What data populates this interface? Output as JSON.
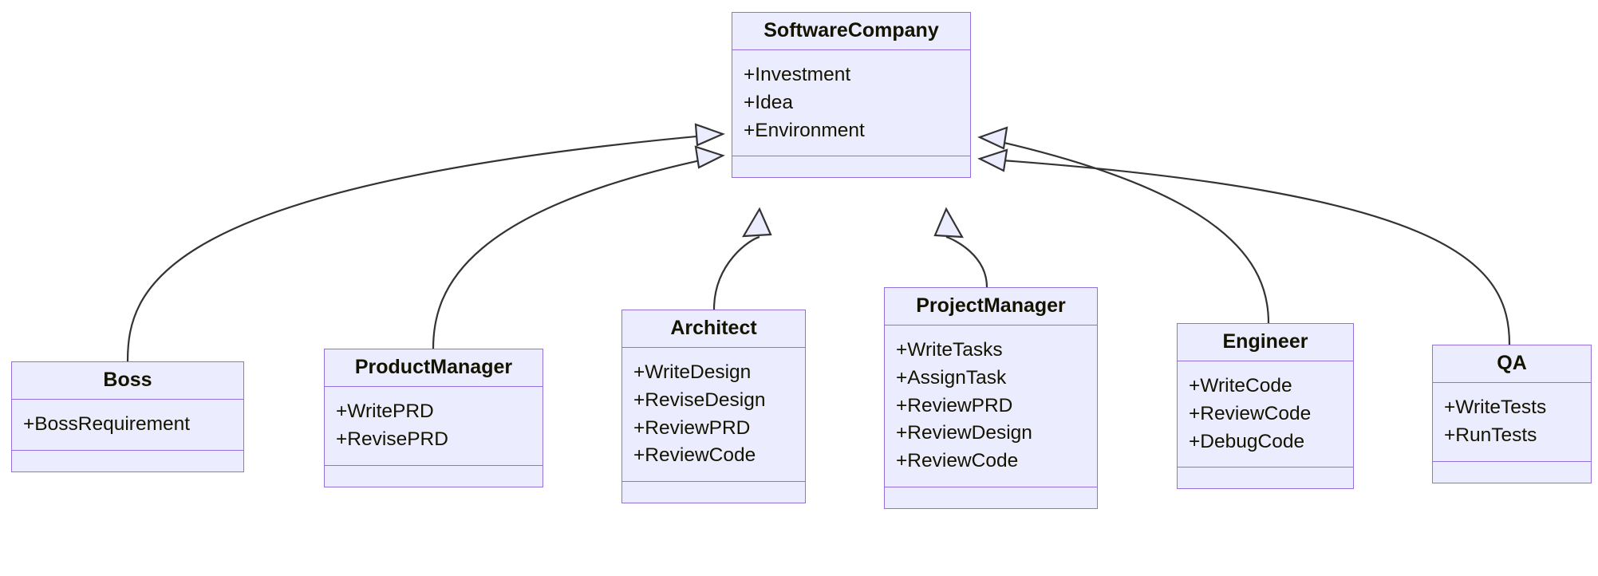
{
  "diagram": {
    "kind": "uml-class-diagram",
    "colors": {
      "node_fill": "#ECECFF",
      "node_border": "#9370DB",
      "edge_stroke": "#333333",
      "text": "#131300",
      "background": "#FFFFFF"
    },
    "classes": [
      {
        "id": "softwarecompany",
        "name": "SoftwareCompany",
        "members": [
          "+Investment",
          "+Idea",
          "+Environment"
        ],
        "methods": []
      },
      {
        "id": "boss",
        "name": "Boss",
        "members": [
          "+BossRequirement"
        ],
        "methods": []
      },
      {
        "id": "productmanager",
        "name": "ProductManager",
        "members": [
          "+WritePRD",
          "+RevisePRD"
        ],
        "methods": []
      },
      {
        "id": "architect",
        "name": "Architect",
        "members": [
          "+WriteDesign",
          "+ReviseDesign",
          "+ReviewPRD",
          "+ReviewCode"
        ],
        "methods": []
      },
      {
        "id": "projectmanager",
        "name": "ProjectManager",
        "members": [
          "+WriteTasks",
          "+AssignTask",
          "+ReviewPRD",
          "+ReviewDesign",
          "+ReviewCode"
        ],
        "methods": []
      },
      {
        "id": "engineer",
        "name": "Engineer",
        "members": [
          "+WriteCode",
          "+ReviewCode",
          "+DebugCode"
        ],
        "methods": []
      },
      {
        "id": "qa",
        "name": "QA",
        "members": [
          "+WriteTests",
          "+RunTests"
        ],
        "methods": []
      }
    ],
    "relationships": [
      {
        "from": "boss",
        "to": "softwarecompany",
        "type": "inheritance",
        "arrow": "hollow-triangle"
      },
      {
        "from": "productmanager",
        "to": "softwarecompany",
        "type": "inheritance",
        "arrow": "hollow-triangle"
      },
      {
        "from": "architect",
        "to": "softwarecompany",
        "type": "inheritance",
        "arrow": "hollow-triangle"
      },
      {
        "from": "projectmanager",
        "to": "softwarecompany",
        "type": "inheritance",
        "arrow": "hollow-triangle"
      },
      {
        "from": "engineer",
        "to": "softwarecompany",
        "type": "inheritance",
        "arrow": "hollow-triangle"
      },
      {
        "from": "qa",
        "to": "softwarecompany",
        "type": "inheritance",
        "arrow": "hollow-triangle"
      }
    ]
  }
}
